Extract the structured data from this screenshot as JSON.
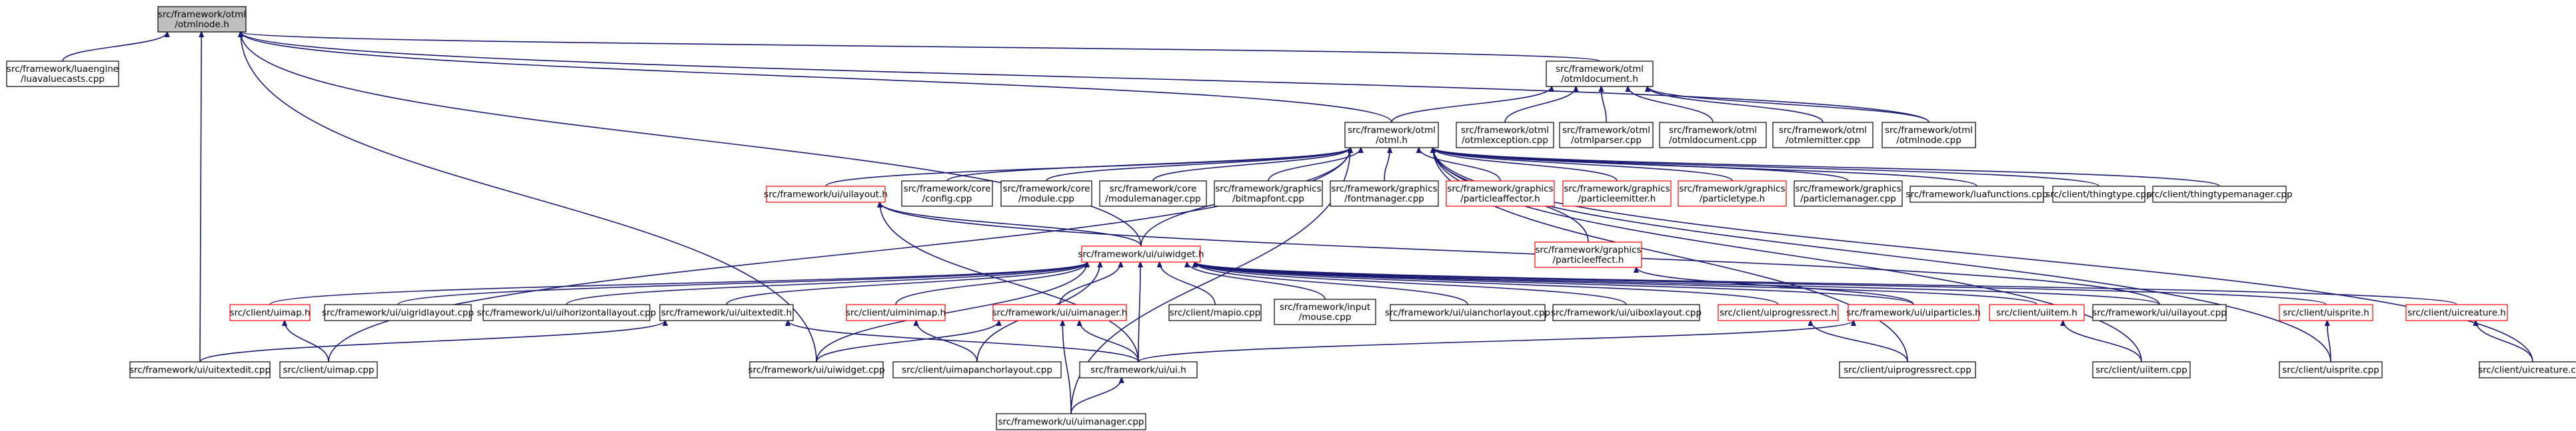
{
  "diagram": {
    "title": "",
    "colors": {
      "edge": "#191970",
      "border": "#000000",
      "incomplete_border": "#ff0000",
      "root_fill": "#bfbfbf"
    },
    "nodes": [
      {
        "id": "otmlnode_h",
        "lines": [
          "src/framework/otml",
          "/otmlnode.h"
        ],
        "style": "root"
      },
      {
        "id": "luavaluecasts",
        "lines": [
          "src/framework/luaengine",
          "/luavaluecasts.cpp"
        ],
        "style": "normal"
      },
      {
        "id": "otmldocument_h",
        "lines": [
          "src/framework/otml",
          "/otmldocument.h"
        ],
        "style": "normal"
      },
      {
        "id": "otml_h",
        "lines": [
          "src/framework/otml",
          "/otml.h"
        ],
        "style": "normal"
      },
      {
        "id": "otmlexception",
        "lines": [
          "src/framework/otml",
          "/otmlexception.cpp"
        ],
        "style": "normal"
      },
      {
        "id": "otmlparser",
        "lines": [
          "src/framework/otml",
          "/otmlparser.cpp"
        ],
        "style": "normal"
      },
      {
        "id": "otmldocument_cpp",
        "lines": [
          "src/framework/otml",
          "/otmldocument.cpp"
        ],
        "style": "normal"
      },
      {
        "id": "otmlemitter",
        "lines": [
          "src/framework/otml",
          "/otmlemitter.cpp"
        ],
        "style": "normal"
      },
      {
        "id": "otmlnode_cpp",
        "lines": [
          "src/framework/otml",
          "/otmlnode.cpp"
        ],
        "style": "normal"
      },
      {
        "id": "uilayout_h",
        "lines": [
          "src/framework/ui/uilayout.h"
        ],
        "style": "red"
      },
      {
        "id": "config",
        "lines": [
          "src/framework/core",
          "/config.cpp"
        ],
        "style": "normal"
      },
      {
        "id": "module",
        "lines": [
          "src/framework/core",
          "/module.cpp"
        ],
        "style": "normal"
      },
      {
        "id": "modulemanager",
        "lines": [
          "src/framework/core",
          "/modulemanager.cpp"
        ],
        "style": "normal"
      },
      {
        "id": "bitmapfont",
        "lines": [
          "src/framework/graphics",
          "/bitmapfont.cpp"
        ],
        "style": "normal"
      },
      {
        "id": "fontmanager",
        "lines": [
          "src/framework/graphics",
          "/fontmanager.cpp"
        ],
        "style": "normal"
      },
      {
        "id": "particleaffector",
        "lines": [
          "src/framework/graphics",
          "/particleaffector.h"
        ],
        "style": "red"
      },
      {
        "id": "particleemitter",
        "lines": [
          "src/framework/graphics",
          "/particleemitter.h"
        ],
        "style": "red"
      },
      {
        "id": "particletype",
        "lines": [
          "src/framework/graphics",
          "/particletype.h"
        ],
        "style": "red"
      },
      {
        "id": "particlemanager",
        "lines": [
          "src/framework/graphics",
          "/particlemanager.cpp"
        ],
        "style": "normal"
      },
      {
        "id": "luafunctions",
        "lines": [
          "src/framework/luafunctions.cpp"
        ],
        "style": "normal"
      },
      {
        "id": "thingtype",
        "lines": [
          "src/client/thingtype.cpp"
        ],
        "style": "normal"
      },
      {
        "id": "thingtypemanager",
        "lines": [
          "src/client/thingtypemanager.cpp"
        ],
        "style": "normal"
      },
      {
        "id": "uiwidget_h",
        "lines": [
          "src/framework/ui/uiwidget.h"
        ],
        "style": "red"
      },
      {
        "id": "particleeffect",
        "lines": [
          "src/framework/graphics",
          "/particleeffect.h"
        ],
        "style": "red"
      },
      {
        "id": "uimap_h",
        "lines": [
          "src/client/uimap.h"
        ],
        "style": "red"
      },
      {
        "id": "uigridlayout",
        "lines": [
          "src/framework/ui/uigridlayout.cpp"
        ],
        "style": "normal"
      },
      {
        "id": "uihorizontallayout",
        "lines": [
          "src/framework/ui/uihorizontallayout.cpp"
        ],
        "style": "normal"
      },
      {
        "id": "uitextedit_h",
        "lines": [
          "src/framework/ui/uitextedit.h"
        ],
        "style": "normal"
      },
      {
        "id": "uiminimap_h",
        "lines": [
          "src/client/uiminimap.h"
        ],
        "style": "red"
      },
      {
        "id": "uimanager_h",
        "lines": [
          "src/framework/ui/uimanager.h"
        ],
        "style": "red"
      },
      {
        "id": "mapio",
        "lines": [
          "src/client/mapio.cpp"
        ],
        "style": "normal"
      },
      {
        "id": "mouse",
        "lines": [
          "src/framework/input",
          "/mouse.cpp"
        ],
        "style": "normal"
      },
      {
        "id": "uianchorlayout",
        "lines": [
          "src/framework/ui/uianchorlayout.cpp"
        ],
        "style": "normal"
      },
      {
        "id": "uiboxlayout",
        "lines": [
          "src/framework/ui/uiboxlayout.cpp"
        ],
        "style": "normal"
      },
      {
        "id": "uiprogressrect_h",
        "lines": [
          "src/client/uiprogressrect.h"
        ],
        "style": "red"
      },
      {
        "id": "uiparticles_h",
        "lines": [
          "src/framework/ui/uiparticles.h"
        ],
        "style": "red"
      },
      {
        "id": "uiitem_h",
        "lines": [
          "src/client/uiitem.h"
        ],
        "style": "red"
      },
      {
        "id": "uilayout_cpp",
        "lines": [
          "src/framework/ui/uilayout.cpp"
        ],
        "style": "normal"
      },
      {
        "id": "uisprite_h",
        "lines": [
          "src/client/uisprite.h"
        ],
        "style": "red"
      },
      {
        "id": "uicreature_h",
        "lines": [
          "src/client/uicreature.h"
        ],
        "style": "red"
      },
      {
        "id": "uitextedit_cpp",
        "lines": [
          "src/framework/ui/uitextedit.cpp"
        ],
        "style": "normal"
      },
      {
        "id": "uimap_cpp",
        "lines": [
          "src/client/uimap.cpp"
        ],
        "style": "normal"
      },
      {
        "id": "uiwidget_cpp",
        "lines": [
          "src/framework/ui/uiwidget.cpp"
        ],
        "style": "normal"
      },
      {
        "id": "uimapanchorlayout",
        "lines": [
          "src/client/uimapanchorlayout.cpp"
        ],
        "style": "normal"
      },
      {
        "id": "ui_h",
        "lines": [
          "src/framework/ui/ui.h"
        ],
        "style": "normal"
      },
      {
        "id": "uiprogressrect_cpp",
        "lines": [
          "src/client/uiprogressrect.cpp"
        ],
        "style": "normal"
      },
      {
        "id": "uiitem_cpp",
        "lines": [
          "src/client/uiitem.cpp"
        ],
        "style": "normal"
      },
      {
        "id": "uisprite_cpp",
        "lines": [
          "src/client/uisprite.cpp"
        ],
        "style": "normal"
      },
      {
        "id": "uicreature_cpp",
        "lines": [
          "src/client/uicreature.cpp"
        ],
        "style": "normal"
      },
      {
        "id": "uimanager_cpp",
        "lines": [
          "src/framework/ui/uimanager.cpp"
        ],
        "style": "normal"
      }
    ],
    "edges": [
      [
        "luavaluecasts",
        "otmlnode_h"
      ],
      [
        "otmldocument_h",
        "otmlnode_h"
      ],
      [
        "otml_h",
        "otmlnode_h"
      ],
      [
        "otmlnode_cpp",
        "otmlnode_h"
      ],
      [
        "uiwidget_h",
        "otmlnode_h"
      ],
      [
        "uitextedit_cpp",
        "otmlnode_h"
      ],
      [
        "uiwidget_cpp",
        "otmlnode_h"
      ],
      [
        "otml_h",
        "otmldocument_h"
      ],
      [
        "otmlexception",
        "otmldocument_h"
      ],
      [
        "otmlparser",
        "otmldocument_h"
      ],
      [
        "otmldocument_cpp",
        "otmldocument_h"
      ],
      [
        "otmlemitter",
        "otmldocument_h"
      ],
      [
        "otmlnode_cpp",
        "otmldocument_h"
      ],
      [
        "uilayout_h",
        "otml_h"
      ],
      [
        "config",
        "otml_h"
      ],
      [
        "module",
        "otml_h"
      ],
      [
        "modulemanager",
        "otml_h"
      ],
      [
        "bitmapfont",
        "otml_h"
      ],
      [
        "fontmanager",
        "otml_h"
      ],
      [
        "particleaffector",
        "otml_h"
      ],
      [
        "particleemitter",
        "otml_h"
      ],
      [
        "particletype",
        "otml_h"
      ],
      [
        "particlemanager",
        "otml_h"
      ],
      [
        "luafunctions",
        "otml_h"
      ],
      [
        "thingtype",
        "otml_h"
      ],
      [
        "thingtypemanager",
        "otml_h"
      ],
      [
        "uiwidget_h",
        "otml_h"
      ],
      [
        "particleeffect",
        "otml_h"
      ],
      [
        "uimap_cpp",
        "otml_h"
      ],
      [
        "uimanager_cpp",
        "otml_h"
      ],
      [
        "uiprogressrect_cpp",
        "otml_h"
      ],
      [
        "uiitem_cpp",
        "otml_h"
      ],
      [
        "uisprite_cpp",
        "otml_h"
      ],
      [
        "uicreature_cpp",
        "otml_h"
      ],
      [
        "uiwidget_h",
        "uilayout_h"
      ],
      [
        "uilayout_cpp",
        "uilayout_h"
      ],
      [
        "uiparticles_h",
        "particleeffect"
      ],
      [
        "uimap_h",
        "uiwidget_h"
      ],
      [
        "uigridlayout",
        "uiwidget_h"
      ],
      [
        "uihorizontallayout",
        "uiwidget_h"
      ],
      [
        "uitextedit_h",
        "uiwidget_h"
      ],
      [
        "uiminimap_h",
        "uiwidget_h"
      ],
      [
        "uimanager_h",
        "uiwidget_h"
      ],
      [
        "mapio",
        "uiwidget_h"
      ],
      [
        "mouse",
        "uiwidget_h"
      ],
      [
        "uianchorlayout",
        "uiwidget_h"
      ],
      [
        "uiboxlayout",
        "uiwidget_h"
      ],
      [
        "uiprogressrect_h",
        "uiwidget_h"
      ],
      [
        "uiparticles_h",
        "uiwidget_h"
      ],
      [
        "uiitem_h",
        "uiwidget_h"
      ],
      [
        "uilayout_cpp",
        "uiwidget_h"
      ],
      [
        "uisprite_h",
        "uiwidget_h"
      ],
      [
        "uicreature_h",
        "uiwidget_h"
      ],
      [
        "uiwidget_cpp",
        "uiwidget_h"
      ],
      [
        "uimapanchorlayout",
        "uiwidget_h"
      ],
      [
        "ui_h",
        "uiwidget_h"
      ],
      [
        "uimap_cpp",
        "uimap_h"
      ],
      [
        "uitextedit_cpp",
        "uitextedit_h"
      ],
      [
        "ui_h",
        "uitextedit_h"
      ],
      [
        "uimapanchorlayout",
        "uiminimap_h"
      ],
      [
        "uiwidget_cpp",
        "uimanager_h"
      ],
      [
        "ui_h",
        "uimanager_h"
      ],
      [
        "uimanager_cpp",
        "uimanager_h"
      ],
      [
        "ui_h",
        "uiparticles_h"
      ],
      [
        "uiprogressrect_cpp",
        "uiprogressrect_h"
      ],
      [
        "uiitem_cpp",
        "uiitem_h"
      ],
      [
        "uisprite_cpp",
        "uisprite_h"
      ],
      [
        "uicreature_cpp",
        "uicreature_h"
      ],
      [
        "uimanager_cpp",
        "ui_h"
      ],
      [
        "ui_h",
        "uilayout_h"
      ]
    ]
  }
}
